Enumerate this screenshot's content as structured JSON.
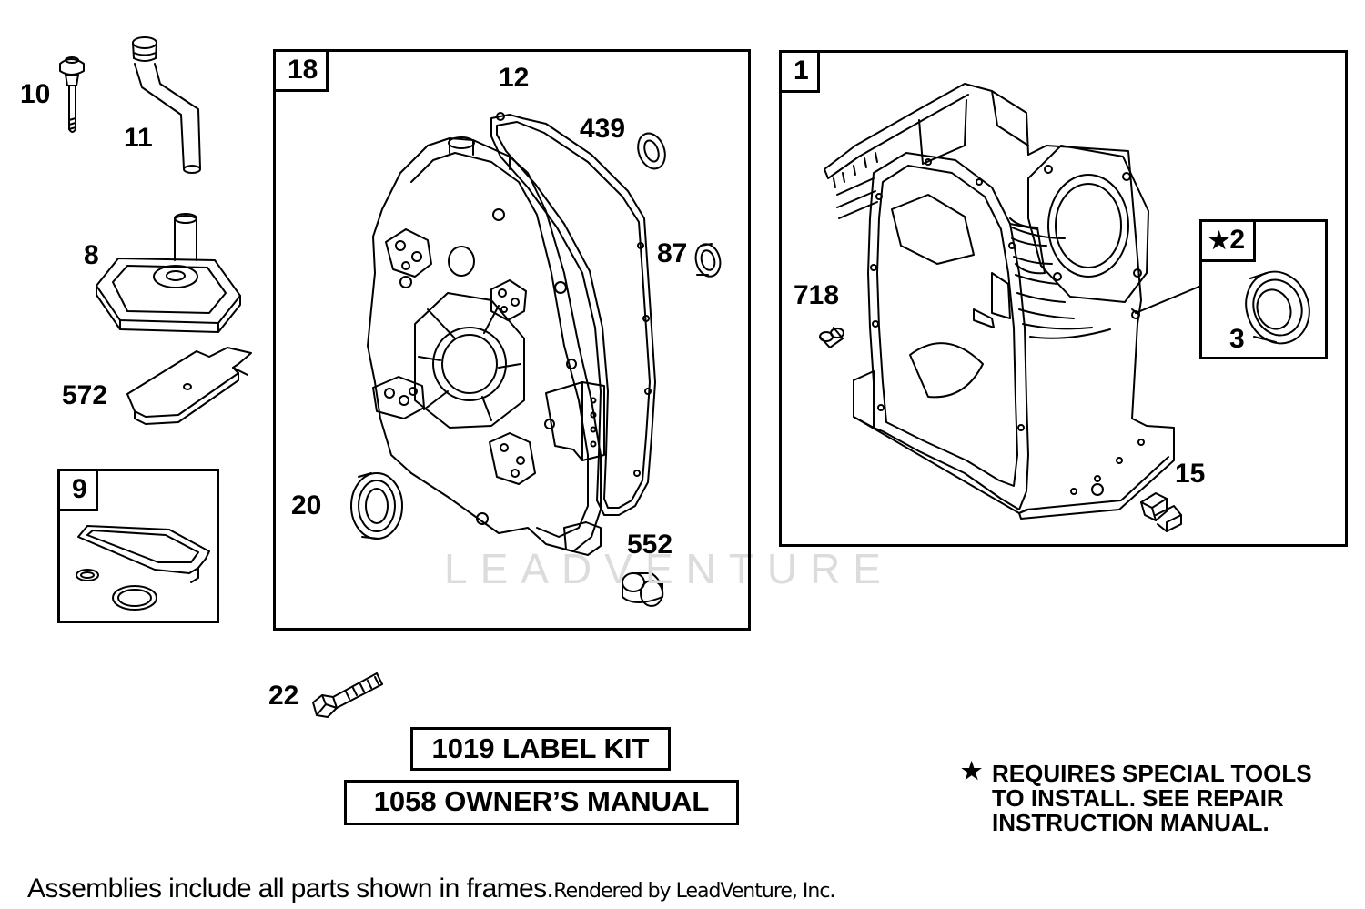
{
  "callouts": {
    "p10": "10",
    "p11": "11",
    "p8": "8",
    "p572": "572",
    "p12": "12",
    "p439": "439",
    "p87": "87",
    "p20": "20",
    "p552": "552",
    "p22": "22",
    "p718": "718",
    "p3": "3",
    "p15": "15"
  },
  "frames": {
    "frame9": "9",
    "frame18": "18",
    "frame1": "1",
    "frame2": "2"
  },
  "kits": {
    "label_kit": "1019 LABEL KIT",
    "owners_manual": "1058 OWNER’S MANUAL"
  },
  "note": {
    "star": "★",
    "line1": "REQUIRES SPECIAL TOOLS",
    "line2": "TO INSTALL.  SEE REPAIR",
    "line3": "INSTRUCTION MANUAL."
  },
  "footer": {
    "main": "Assemblies include all parts shown in frames.",
    "rendered": "Rendered by LeadVenture, Inc."
  },
  "watermark": "LEADVENTURE"
}
